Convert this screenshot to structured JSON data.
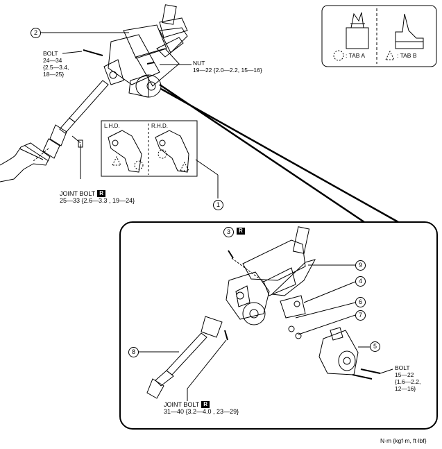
{
  "callouts": {
    "c1": "1",
    "c2": "2",
    "c3": "3",
    "c4": "4",
    "c5": "5",
    "c6": "6",
    "c7": "7",
    "c8": "8",
    "c9": "9"
  },
  "bolt_upper": {
    "label": "BOLT",
    "l1": "24—34",
    "l2": "{2.5—3.4,",
    "l3": "18—25}"
  },
  "nut": {
    "label": "NUT",
    "torque": "19—22 {2.0—2.2, 15—16}"
  },
  "joint_bolt_upper": {
    "label": "JOINT BOLT",
    "badge": "R",
    "torque": "25—33 {2.6—3.3 , 19—24}"
  },
  "joint_bolt_lower": {
    "label": "JOINT BOLT",
    "badge": "R",
    "torque": "31—40 {3.2—4.0 , 23—29}"
  },
  "bolt_lower": {
    "label": "BOLT",
    "l1": "15—22",
    "l2": "{1.6—2.2,",
    "l3": "12—16}"
  },
  "badge3": "R",
  "hand_labels": {
    "lhd": "L.H.D.",
    "rhd": "R.H.D."
  },
  "tabs": {
    "a": ": TAB A",
    "b": ": TAB B"
  },
  "units": "N·m {kgf·m, ft·lbf}"
}
